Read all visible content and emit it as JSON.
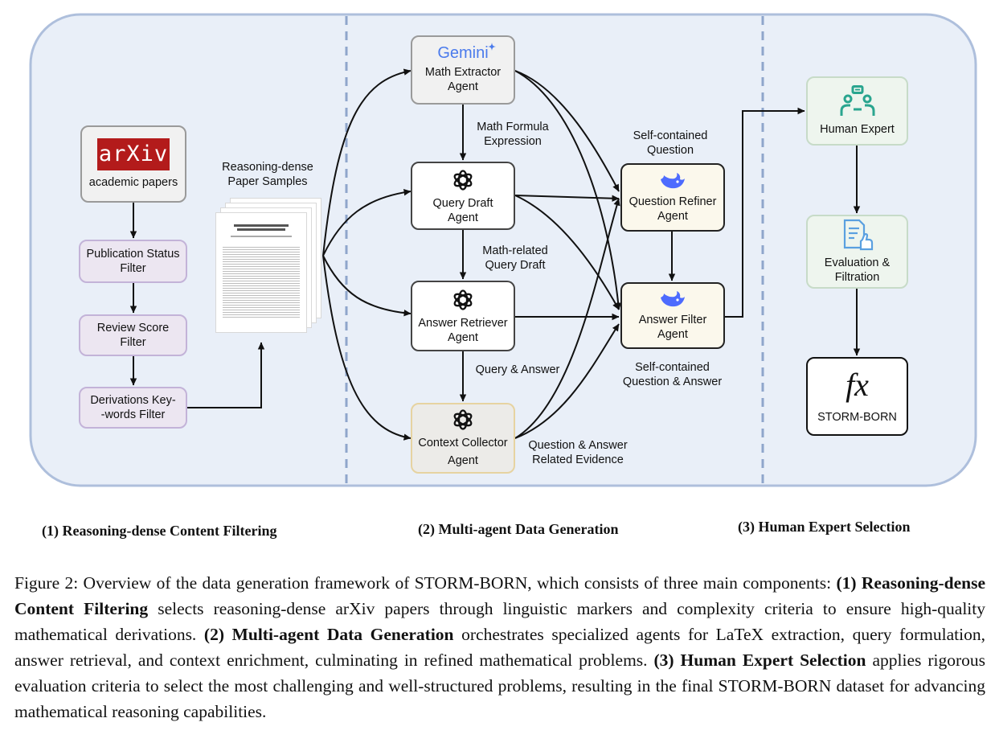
{
  "nodes": {
    "arxiv": {
      "logo": "arXiv",
      "label": "academic papers"
    },
    "publication_filter": {
      "line1": "Publication Status",
      "line2": "Filter"
    },
    "review_filter": {
      "line1": "Review Score",
      "line2": "Filter"
    },
    "derivations_filter": {
      "line1": "Derivations Key-",
      "line2": "-words Filter"
    },
    "math_extractor": {
      "brand": "Gemini",
      "line1": "Math Extractor",
      "line2": "Agent"
    },
    "query_draft": {
      "line1": "Query Draft",
      "line2": "Agent"
    },
    "answer_retriever": {
      "line1": "Answer Retriever",
      "line2": "Agent"
    },
    "context_collector": {
      "line1": "Context Collector",
      "line2": "Agent"
    },
    "question_refiner": {
      "line1": "Question Refiner",
      "line2": "Agent"
    },
    "answer_filter": {
      "line1": "Answer Filter",
      "line2": "Agent"
    },
    "human_expert": {
      "label": "Human Expert"
    },
    "evaluation": {
      "line1": "Evaluation &",
      "line2": "Filtration"
    },
    "storm_born": {
      "symbol": "fx",
      "label": "STORM-BORN"
    }
  },
  "edge_labels": {
    "paper_samples": {
      "line1": "Reasoning-dense",
      "line2": "Paper Samples"
    },
    "math_formula": {
      "line1": "Math Formula",
      "line2": "Expression"
    },
    "math_related": {
      "line1": "Math-related",
      "line2": "Query Draft"
    },
    "query_answer": "Query & Answer",
    "qa_evidence": {
      "line1": "Question & Answer",
      "line2": "Related Evidence"
    },
    "self_contained_q": {
      "line1": "Self-contained",
      "line2": "Question"
    },
    "self_contained_qa": {
      "line1": "Self-contained",
      "line2": "Question & Answer"
    }
  },
  "sections": {
    "s1": "(1) Reasoning-dense Content Filtering",
    "s2": "(2) Multi-agent Data Generation",
    "s3": "(3) Human Expert Selection"
  },
  "caption": {
    "prefix": "Figure 2: Overview of the data generation framework of STORM-BORN, which consists of three main components:",
    "b1": "(1) Reasoning-dense Content Filtering",
    "t1": " selects reasoning-dense arXiv papers through linguistic markers and complexity criteria to ensure high-quality mathematical derivations. ",
    "b2": "(2) Multi-agent Data Generation",
    "t2": " orchestrates specialized agents for LaTeX extraction, query formulation, answer retrieval, and context enrichment, culminating in refined mathematical problems. ",
    "b3": "(3) Human Expert Selection",
    "t3": " applies rigorous evaluation criteria to select the most challenging and well-structured problems, resulting in the final STORM-BORN dataset for advancing mathematical reasoning capabilities."
  },
  "icons": {
    "openai": "openai-icon",
    "deepseek": "deepseek-whale-icon",
    "gemini_star": "sparkle-icon",
    "expert": "human-expert-icon",
    "evaluation": "evaluation-document-icon"
  },
  "colors": {
    "frame_fill": "#e9eff8",
    "frame_border": "#aebfdc",
    "divider": "#8fa6cb",
    "arxiv_red": "#b31b1b",
    "gemini_blue": "#4b7bec",
    "deepseek_blue": "#4d6bfe",
    "expert_teal": "#2aa58f"
  }
}
